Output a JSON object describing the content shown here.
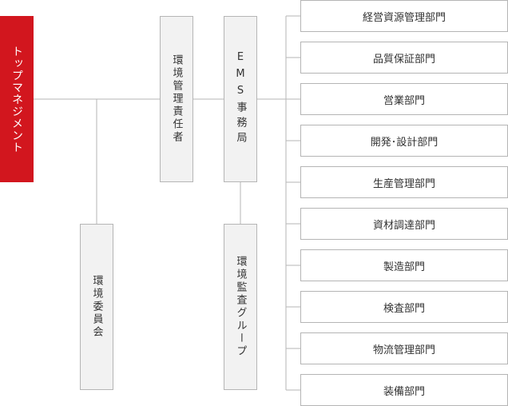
{
  "nodes": {
    "top_management": "トップマネジメント",
    "environmental_manager": "環境管理責任者",
    "ems_office": "EMS事務局",
    "environmental_committee": "環境委員会",
    "audit_group": "環境監査グループ"
  },
  "departments": [
    "経営資源管理部門",
    "品質保証部門",
    "営業部門",
    "開発･設計部門",
    "生産管理部門",
    "資材調達部門",
    "製造部門",
    "検査部門",
    "物流管理部門",
    "装備部門"
  ],
  "colors": {
    "accent": "#d2161e",
    "box_fill": "#f2f2f2",
    "border": "#b5b5b5",
    "line": "#b5b5b5"
  }
}
